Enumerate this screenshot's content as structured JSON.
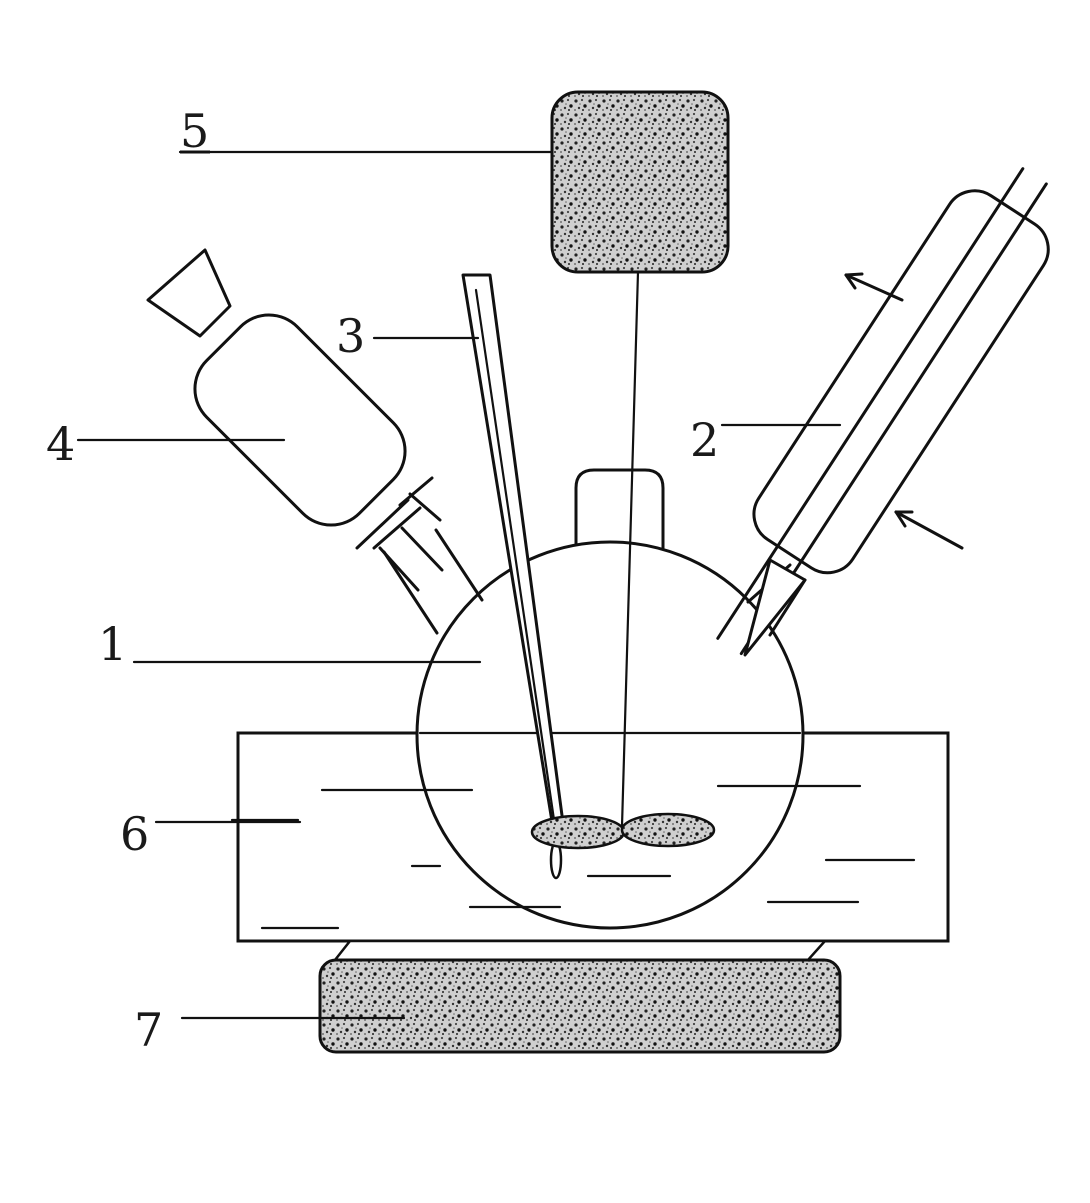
{
  "figure": {
    "labels": {
      "flask": "1",
      "condenser": "2",
      "thermometer": "3",
      "dropping_funnel": "4",
      "stirrer_motor": "5",
      "water_bath": "6",
      "heater": "7"
    }
  }
}
